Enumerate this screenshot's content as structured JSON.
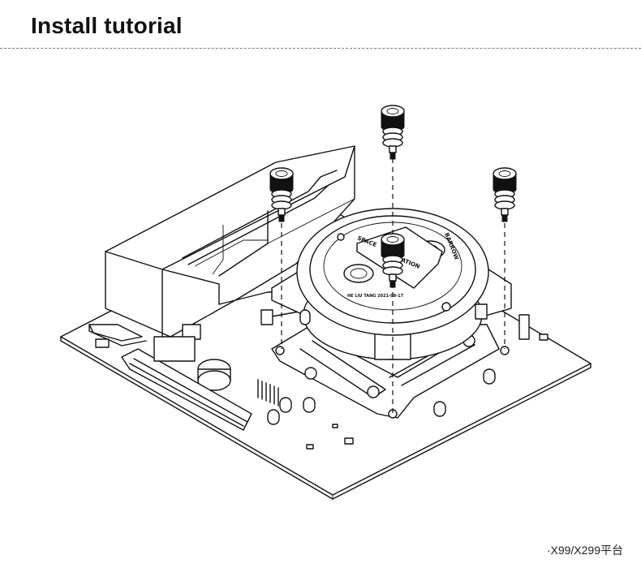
{
  "header": {
    "title": "Install tutorial"
  },
  "figure": {
    "description": "Exploded isometric line drawing of a CPU water block being mounted onto a motherboard socket with four thumb screws",
    "block_labels": {
      "top_text_left": "SPACE",
      "top_text_right": "ATION",
      "brand": "BARROW",
      "bottom_text": "HE LIU TANG  2021-08-17"
    }
  },
  "caption": {
    "text": "·X99/X299平台"
  }
}
